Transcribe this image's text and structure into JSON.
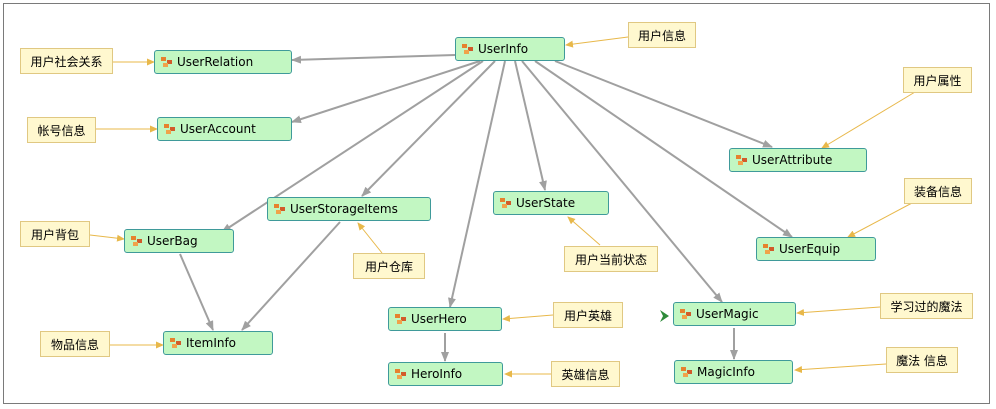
{
  "classes": {
    "user_info": "UserInfo",
    "user_relation": "UserRelation",
    "user_account": "UserAccount",
    "user_attribute": "UserAttribute",
    "user_storage_items": "UserStorageItems",
    "user_state": "UserState",
    "user_bag": "UserBag",
    "user_equip": "UserEquip",
    "user_hero": "UserHero",
    "user_magic": "UserMagic",
    "item_info": "ItemInfo",
    "hero_info": "HeroInfo",
    "magic_info": "MagicInfo"
  },
  "notes": {
    "user_info": "用户信息",
    "user_relation": "用户社会关系",
    "user_account": "帐号信息",
    "user_attribute": "用户属性",
    "user_equip": "装备信息",
    "user_bag": "用户背包",
    "user_storage": "用户仓库",
    "user_state": "用户当前状态",
    "item_info": "物品信息",
    "user_hero": "用户英雄",
    "hero_info": "英雄信息",
    "user_magic": "学习过的魔法",
    "magic_info": "魔法 信息"
  },
  "colors": {
    "class_fill": "#c2f7c2",
    "class_border": "#3f9a9a",
    "note_fill": "#fff8cf",
    "note_border": "#e0c882",
    "edge": "#a0a0a0",
    "note_edge": "#e8b84a",
    "marker": "#2e8b3a"
  },
  "icons": {
    "class_icon": "class-icon",
    "marker": "collapse-arrow-icon"
  }
}
